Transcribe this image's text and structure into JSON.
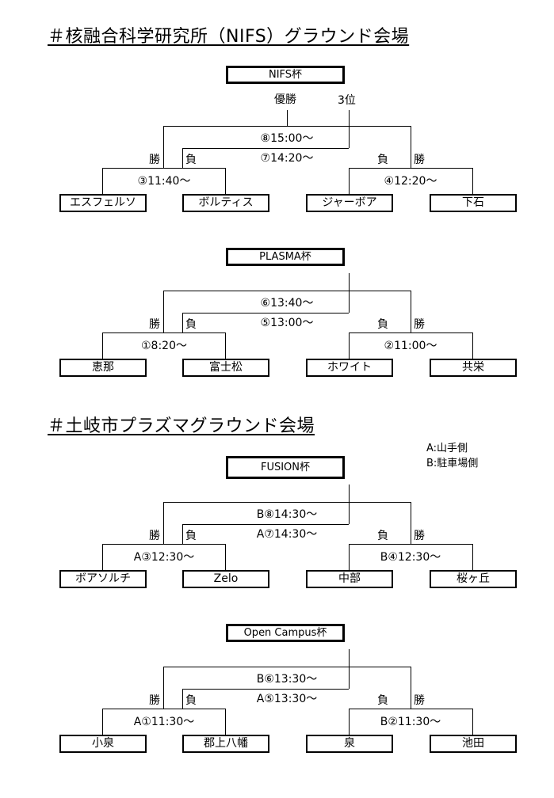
{
  "sections": [
    {
      "title": "＃核融合科学研究所（NIFS）グラウンド会場"
    },
    {
      "title": "＃土岐市プラズマグラウンド会場"
    }
  ],
  "legend": {
    "a": "A:山手側",
    "b": "B:駐車場側"
  },
  "common": {
    "win": "勝",
    "lose": "負"
  },
  "brackets": [
    {
      "cup": "NIFS杯",
      "champion_label": "優勝",
      "third_label": "3位",
      "final": "⑧15:00〜",
      "third_place": "⑦14:20〜",
      "left_semi": "③11:40〜",
      "right_semi": "④12:20〜",
      "teams": [
        "エスフェルソ",
        "ボルティス",
        "ジャーボア",
        "下石"
      ]
    },
    {
      "cup": "PLASMA杯",
      "final": "⑥13:40〜",
      "third_place": "⑤13:00〜",
      "left_semi": "①8:20〜",
      "right_semi": "②11:00〜",
      "teams": [
        "恵那",
        "富士松",
        "ホワイト",
        "共栄"
      ]
    },
    {
      "cup": "FUSION杯",
      "final": "B⑧14:30〜",
      "third_place": "A⑦14:30〜",
      "left_semi": "A③12:30〜",
      "right_semi": "B④12:30〜",
      "teams": [
        "ボアソルチ",
        "Zelo",
        "中部",
        "桜ヶ丘"
      ]
    },
    {
      "cup": "Open Campus杯",
      "final": "B⑥13:30〜",
      "third_place": "A⑤13:30〜",
      "left_semi": "A①11:30〜",
      "right_semi": "B②11:30〜",
      "teams": [
        "小泉",
        "郡上八幡",
        "泉",
        "池田"
      ]
    }
  ]
}
